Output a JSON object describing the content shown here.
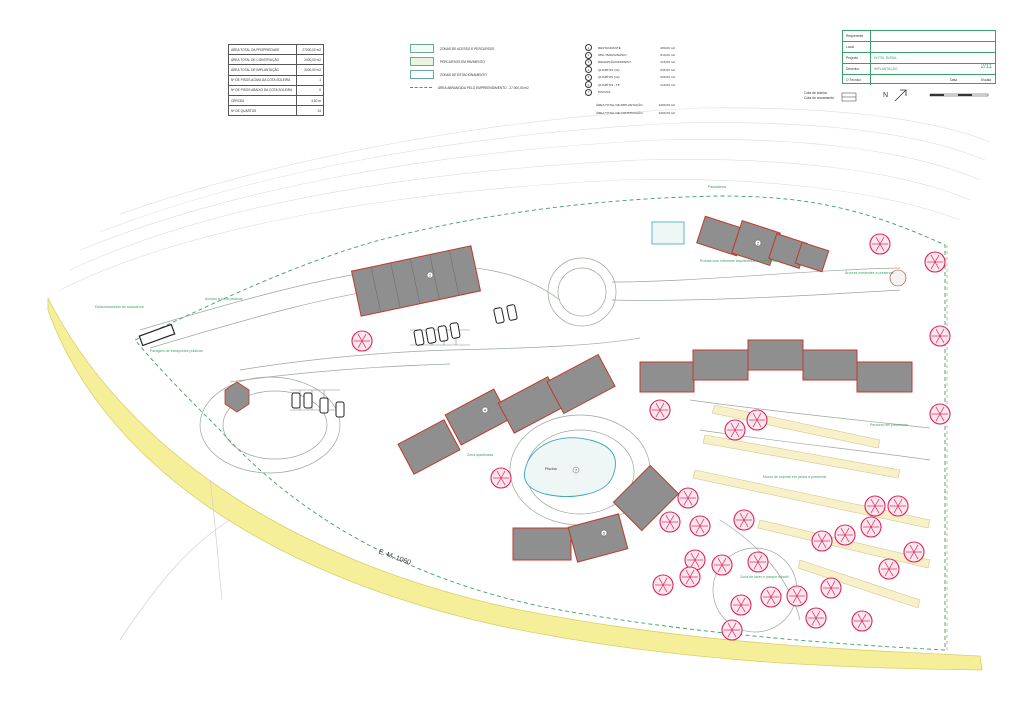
{
  "area_table": {
    "rows": [
      {
        "label": "ÁREA TOTAL DA PROPRIEDADE",
        "value": "27000,00 m2"
      },
      {
        "label": "ÁREA TOTAL DE CONSTRUÇÃO",
        "value": "2400,00 m2"
      },
      {
        "label": "ÁREA TOTAL DE IMPLANTAÇÃO",
        "value": "2400,00 m2"
      },
      {
        "label": "Nº DE PISOS ACIMA DA COTA SOLEIRA",
        "value": "1"
      },
      {
        "label": "Nº DE PISOS ABAIXO DA COTA SOLEIRA",
        "value": "0"
      },
      {
        "label": "CÉRCEA",
        "value": "4,50 m"
      },
      {
        "label": "Nº DE QUARTOS",
        "value": "24"
      }
    ]
  },
  "legend": {
    "items": [
      {
        "label": "ZONAS DE ACESSO E PERCURSOS"
      },
      {
        "label": "PERCURSOS EM PAVIMENTO"
      },
      {
        "label": "ZONAS DE ESTACIONAMENTO"
      }
    ],
    "boundary": "ÁREA ABRANGIDA PELO EMPREENDIMENTO - 27.000,00 m2"
  },
  "building_list": {
    "items": [
      {
        "num": "1",
        "name": "RESTAURANTE",
        "value": "280,00 m2"
      },
      {
        "num": "2",
        "name": "SPA / BAR/GINÁSIO",
        "value": "510,00 m2"
      },
      {
        "num": "3",
        "name": "RECEPÇÃO/ADMINIST.",
        "value": "215,00 m2"
      },
      {
        "num": "4",
        "name": "QUARTOS (12)",
        "value": "635,00 m2"
      },
      {
        "num": "5",
        "name": "QUARTOS (12)",
        "value": "620,00 m2"
      },
      {
        "num": "6",
        "name": "QUARTOS - T5",
        "value": "210,00 m2"
      },
      {
        "num": "7",
        "name": "PISCINA",
        "value": ""
      }
    ],
    "totals": [
      {
        "name": "ÁREA TOTAL DE IMPLANTAÇÃO",
        "value": "2400,00 m2"
      },
      {
        "name": "ÁREA TOTAL DE CONSTRUÇÃO",
        "value": "2400,00 m2"
      }
    ]
  },
  "title_block": {
    "rows": [
      {
        "key": "Requerente",
        "value": ""
      },
      {
        "key": "Local",
        "value": ""
      },
      {
        "key": "Projecto",
        "value": "HOTEL RURAL"
      },
      {
        "key": "Desenho",
        "value": "IMPLANTAÇÃO"
      },
      {
        "key": "O Técnico",
        "value": ""
      }
    ],
    "sheet": "2/11",
    "date_label": "Data",
    "scale_label": "Escala"
  },
  "scale": {
    "label_soleira": "Cota de soleira",
    "label_arruamento": "Cota do arruamento",
    "north": "N"
  },
  "road_label": "E.   M.   1060",
  "site_labels": {
    "passadeira": "Passadeira",
    "acesso_pedonal": "Acesso à zona pedonal",
    "estacionamento": "Estacionamento de autocarros",
    "paragem": "Paragem de transportes públicos",
    "zona_ajardinada": "Zona ajardinada",
    "piscina": "Piscina",
    "muros": "Muros de suporte em pedra a preservar",
    "zona_lazer": "Zona de lazer e parque infantil",
    "percurso": "Percurso em pavimento",
    "arvores": "Árvores existentes a preservar",
    "ruinas": "Ruínas com interesse arquitectónico a preservar"
  },
  "colors": {
    "accent_green": "#3aa06a",
    "building_outline": "#c0392b",
    "building_fill": "#8f8f8f",
    "tree": "#e0245e",
    "road": "#f6ef9a"
  }
}
